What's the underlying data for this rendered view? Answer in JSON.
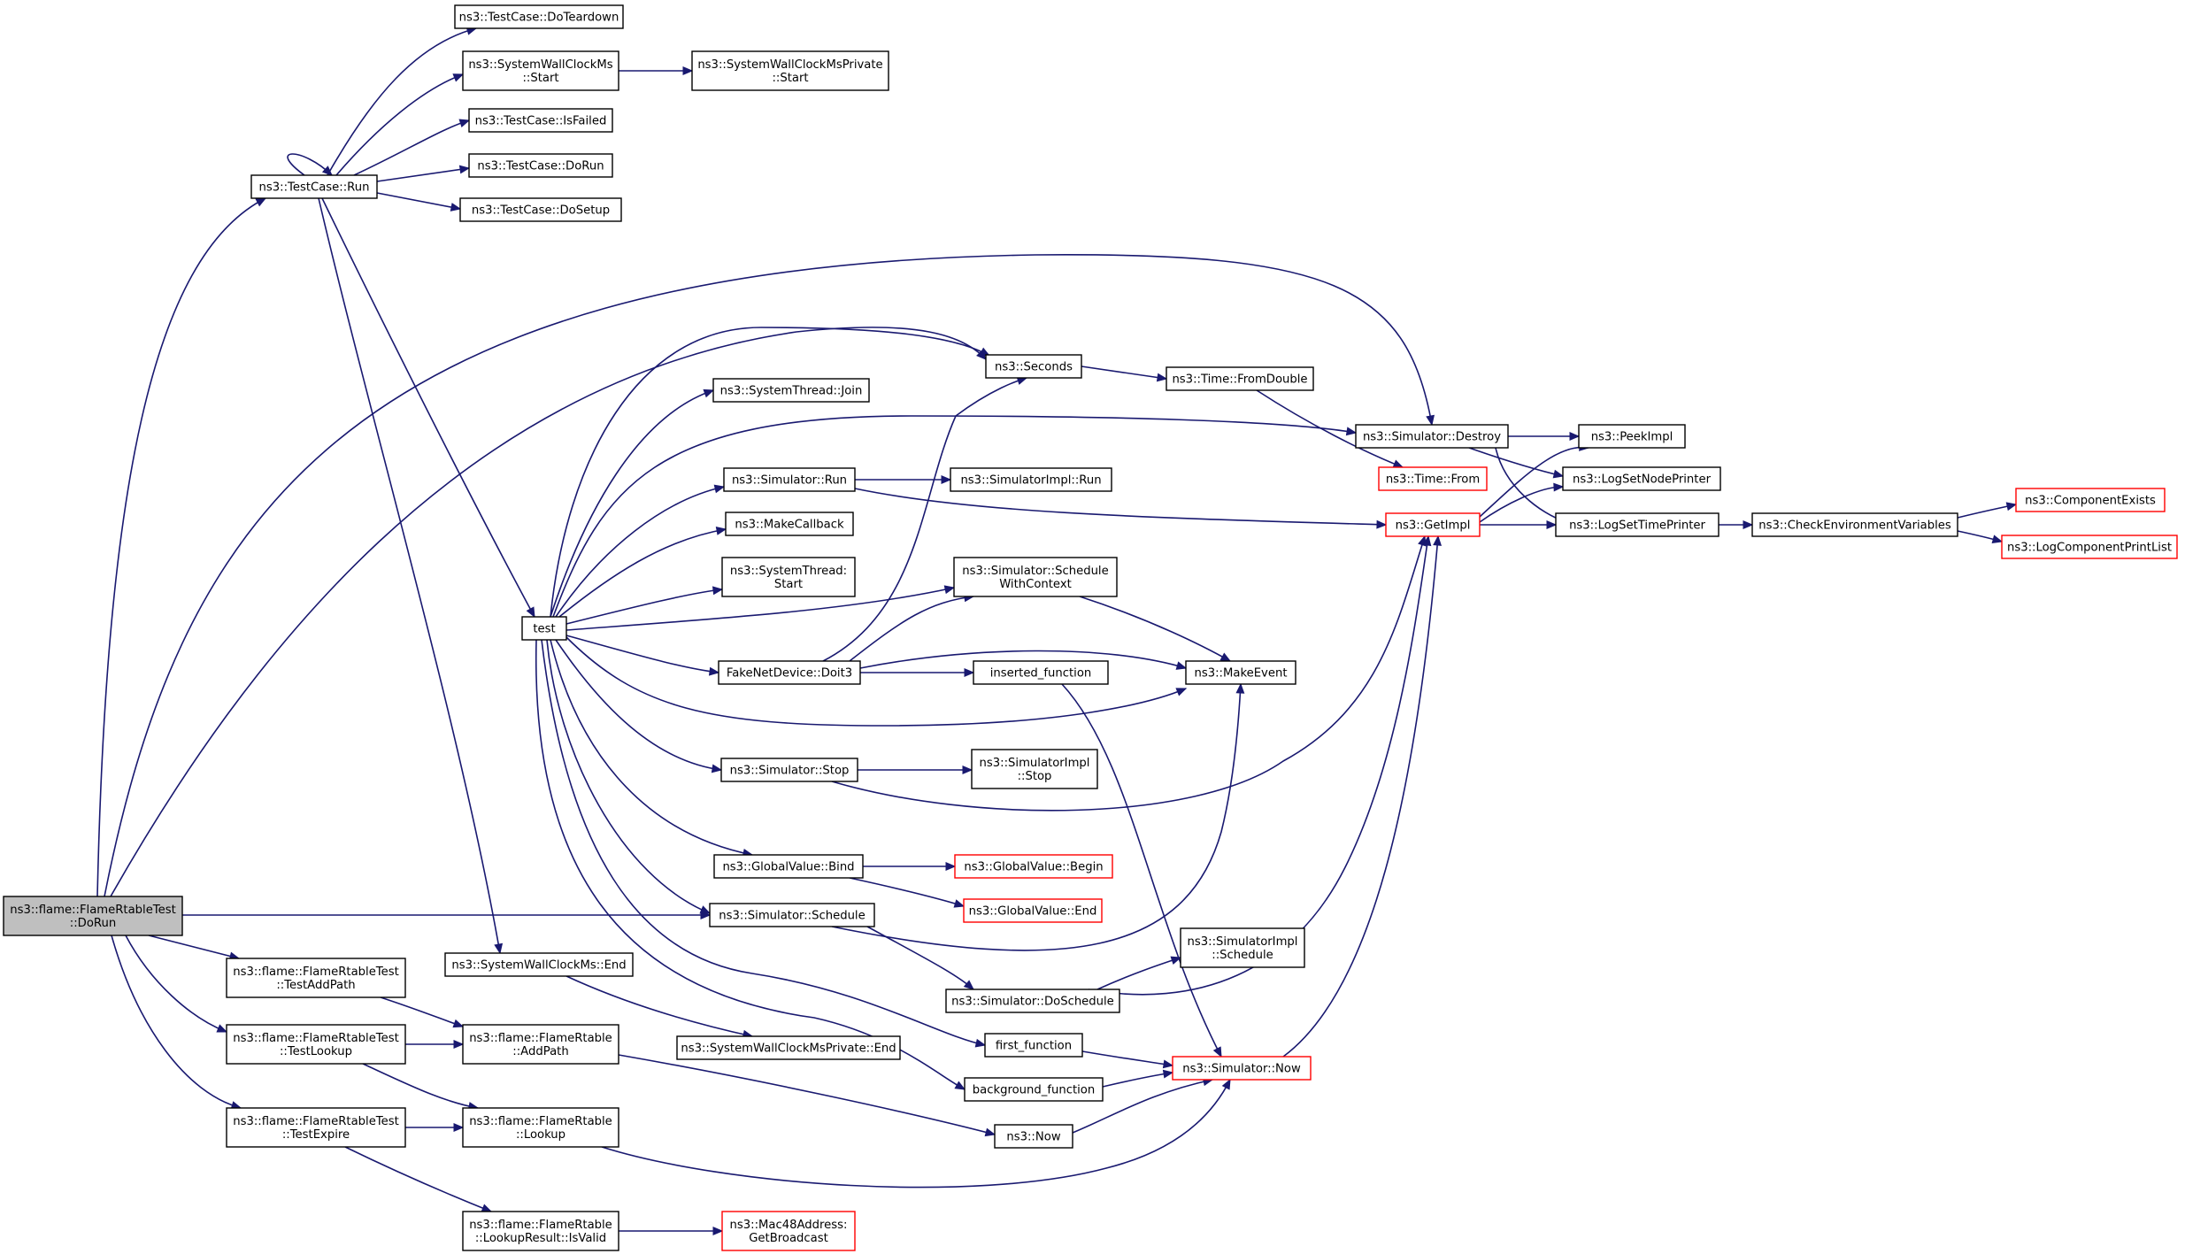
{
  "colors": {
    "edge": "#191970",
    "node_border": "#000000",
    "node_border_link": "#ff0000",
    "node_fill": "#ffffff",
    "root_fill": "#bfbfbf"
  },
  "nodes": [
    {
      "id": "root",
      "lines": [
        "ns3::flame::FlameRtableTest",
        "::DoRun"
      ],
      "root": true
    },
    {
      "id": "tcrun",
      "lines": [
        "ns3::TestCase::Run"
      ]
    },
    {
      "id": "teardown",
      "lines": [
        "ns3::TestCase::DoTeardown"
      ]
    },
    {
      "id": "swcStart",
      "lines": [
        "ns3::SystemWallClockMs",
        "::Start"
      ]
    },
    {
      "id": "swcpStart",
      "lines": [
        "ns3::SystemWallClockMsPrivate",
        "::Start"
      ]
    },
    {
      "id": "isfailed",
      "lines": [
        "ns3::TestCase::IsFailed"
      ]
    },
    {
      "id": "dorun",
      "lines": [
        "ns3::TestCase::DoRun"
      ]
    },
    {
      "id": "dosetup",
      "lines": [
        "ns3::TestCase::DoSetup"
      ]
    },
    {
      "id": "test",
      "lines": [
        "test"
      ]
    },
    {
      "id": "seconds",
      "lines": [
        "ns3::Seconds"
      ]
    },
    {
      "id": "fromdouble",
      "lines": [
        "ns3::Time::FromDouble"
      ]
    },
    {
      "id": "join",
      "lines": [
        "ns3::SystemThread::Join"
      ]
    },
    {
      "id": "destroy",
      "lines": [
        "ns3::Simulator::Destroy"
      ]
    },
    {
      "id": "peekimpl",
      "lines": [
        "ns3::PeekImpl"
      ]
    },
    {
      "id": "timefrom",
      "lines": [
        "ns3::Time::From"
      ],
      "red": true
    },
    {
      "id": "lognode",
      "lines": [
        "ns3::LogSetNodePrinter"
      ]
    },
    {
      "id": "simrun",
      "lines": [
        "ns3::Simulator::Run"
      ]
    },
    {
      "id": "implrun",
      "lines": [
        "ns3::SimulatorImpl::Run"
      ]
    },
    {
      "id": "getimpl",
      "lines": [
        "ns3::GetImpl"
      ],
      "red": true
    },
    {
      "id": "logtime",
      "lines": [
        "ns3::LogSetTimePrinter"
      ]
    },
    {
      "id": "checkenv",
      "lines": [
        "ns3::CheckEnvironmentVariables"
      ]
    },
    {
      "id": "compexists",
      "lines": [
        "ns3::ComponentExists"
      ],
      "red": true
    },
    {
      "id": "logcomp",
      "lines": [
        "ns3::LogComponentPrintList"
      ],
      "red": true
    },
    {
      "id": "makecb",
      "lines": [
        "ns3::MakeCallback"
      ]
    },
    {
      "id": "thstart",
      "lines": [
        "ns3::SystemThread:",
        "Start"
      ]
    },
    {
      "id": "schedctx",
      "lines": [
        "ns3::Simulator::Schedule",
        "WithContext"
      ]
    },
    {
      "id": "doit3",
      "lines": [
        "FakeNetDevice::Doit3"
      ]
    },
    {
      "id": "inserted",
      "lines": [
        "inserted_function"
      ]
    },
    {
      "id": "makeevent",
      "lines": [
        "ns3::MakeEvent"
      ]
    },
    {
      "id": "simstop",
      "lines": [
        "ns3::Simulator::Stop"
      ]
    },
    {
      "id": "implstop",
      "lines": [
        "ns3::SimulatorImpl",
        "::Stop"
      ]
    },
    {
      "id": "gvbind",
      "lines": [
        "ns3::GlobalValue::Bind"
      ]
    },
    {
      "id": "gvbegin",
      "lines": [
        "ns3::GlobalValue::Begin"
      ],
      "red": true
    },
    {
      "id": "gvend",
      "lines": [
        "ns3::GlobalValue::End"
      ],
      "red": true
    },
    {
      "id": "schedule",
      "lines": [
        "ns3::Simulator::Schedule"
      ]
    },
    {
      "id": "implsched",
      "lines": [
        "ns3::SimulatorImpl",
        "::Schedule"
      ]
    },
    {
      "id": "doschedule",
      "lines": [
        "ns3::Simulator::DoSchedule"
      ]
    },
    {
      "id": "swcEnd",
      "lines": [
        "ns3::SystemWallClockMs::End"
      ]
    },
    {
      "id": "swcpEnd",
      "lines": [
        "ns3::SystemWallClockMsPrivate::End"
      ]
    },
    {
      "id": "firstfn",
      "lines": [
        "first_function"
      ]
    },
    {
      "id": "bgfn",
      "lines": [
        "background_function"
      ]
    },
    {
      "id": "simnow",
      "lines": [
        "ns3::Simulator::Now"
      ],
      "red": true
    },
    {
      "id": "now",
      "lines": [
        "ns3::Now"
      ]
    },
    {
      "id": "testaddpath",
      "lines": [
        "ns3::flame::FlameRtableTest",
        "::TestAddPath"
      ]
    },
    {
      "id": "testlookup",
      "lines": [
        "ns3::flame::FlameRtableTest",
        "::TestLookup"
      ]
    },
    {
      "id": "testexpire",
      "lines": [
        "ns3::flame::FlameRtableTest",
        "::TestExpire"
      ]
    },
    {
      "id": "addpath",
      "lines": [
        "ns3::flame::FlameRtable",
        "::AddPath"
      ]
    },
    {
      "id": "lookup",
      "lines": [
        "ns3::flame::FlameRtable",
        "::Lookup"
      ]
    },
    {
      "id": "isvalid",
      "lines": [
        "ns3::flame::FlameRtable",
        "::LookupResult::IsValid"
      ]
    },
    {
      "id": "mac48",
      "lines": [
        "ns3::Mac48Address:",
        "GetBroadcast"
      ],
      "red": true
    }
  ],
  "edges": [
    [
      "root",
      "tcrun"
    ],
    [
      "root",
      "destroy"
    ],
    [
      "root",
      "seconds"
    ],
    [
      "root",
      "schedule"
    ],
    [
      "root",
      "testaddpath"
    ],
    [
      "root",
      "testlookup"
    ],
    [
      "root",
      "testexpire"
    ],
    [
      "tcrun",
      "tcrun"
    ],
    [
      "tcrun",
      "teardown"
    ],
    [
      "tcrun",
      "swcStart"
    ],
    [
      "tcrun",
      "isfailed"
    ],
    [
      "tcrun",
      "dorun"
    ],
    [
      "tcrun",
      "dosetup"
    ],
    [
      "tcrun",
      "test"
    ],
    [
      "tcrun",
      "swcEnd"
    ],
    [
      "swcStart",
      "swcpStart"
    ],
    [
      "test",
      "seconds"
    ],
    [
      "test",
      "join"
    ],
    [
      "test",
      "destroy"
    ],
    [
      "test",
      "simrun"
    ],
    [
      "test",
      "makecb"
    ],
    [
      "test",
      "thstart"
    ],
    [
      "test",
      "schedctx"
    ],
    [
      "test",
      "doit3"
    ],
    [
      "test",
      "makeevent"
    ],
    [
      "test",
      "simstop"
    ],
    [
      "test",
      "gvbind"
    ],
    [
      "test",
      "schedule"
    ],
    [
      "test",
      "firstfn"
    ],
    [
      "test",
      "bgfn"
    ],
    [
      "seconds",
      "fromdouble"
    ],
    [
      "fromdouble",
      "timefrom"
    ],
    [
      "destroy",
      "peekimpl"
    ],
    [
      "destroy",
      "lognode"
    ],
    [
      "destroy",
      "logtime"
    ],
    [
      "simrun",
      "implrun"
    ],
    [
      "simrun",
      "getimpl"
    ],
    [
      "getimpl",
      "peekimpl"
    ],
    [
      "getimpl",
      "lognode"
    ],
    [
      "getimpl",
      "logtime"
    ],
    [
      "logtime",
      "checkenv"
    ],
    [
      "checkenv",
      "compexists"
    ],
    [
      "checkenv",
      "logcomp"
    ],
    [
      "schedctx",
      "makeevent"
    ],
    [
      "doit3",
      "seconds"
    ],
    [
      "doit3",
      "schedctx"
    ],
    [
      "doit3",
      "inserted"
    ],
    [
      "doit3",
      "makeevent"
    ],
    [
      "inserted",
      "simnow"
    ],
    [
      "simstop",
      "implstop"
    ],
    [
      "simstop",
      "getimpl"
    ],
    [
      "gvbind",
      "gvbegin"
    ],
    [
      "gvbind",
      "gvend"
    ],
    [
      "schedule",
      "makeevent"
    ],
    [
      "schedule",
      "doschedule"
    ],
    [
      "doschedule",
      "implsched"
    ],
    [
      "doschedule",
      "getimpl"
    ],
    [
      "swcEnd",
      "swcpEnd"
    ],
    [
      "firstfn",
      "simnow"
    ],
    [
      "bgfn",
      "simnow"
    ],
    [
      "simnow",
      "getimpl"
    ],
    [
      "testaddpath",
      "addpath"
    ],
    [
      "testlookup",
      "addpath"
    ],
    [
      "testlookup",
      "lookup"
    ],
    [
      "testexpire",
      "lookup"
    ],
    [
      "testexpire",
      "isvalid"
    ],
    [
      "addpath",
      "now"
    ],
    [
      "now",
      "simnow"
    ],
    [
      "lookup",
      "simnow"
    ],
    [
      "isvalid",
      "mac48"
    ]
  ]
}
